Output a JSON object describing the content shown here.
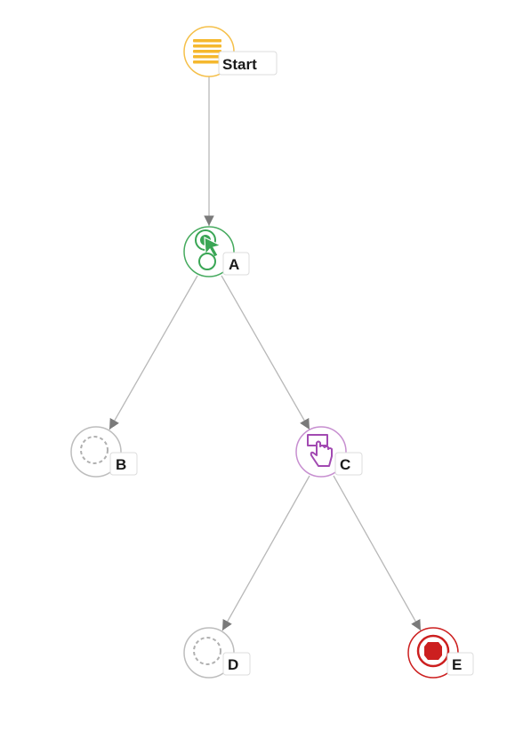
{
  "diagram": {
    "nodes": [
      {
        "id": "start",
        "label": "Start",
        "icon": "list-lines-icon",
        "color": "#f5b82e"
      },
      {
        "id": "a",
        "label": "A",
        "icon": "cursor-click-icon",
        "color": "#3aa655"
      },
      {
        "id": "b",
        "label": "B",
        "icon": "dashed-circle-icon",
        "color": "#b5b5b5"
      },
      {
        "id": "c",
        "label": "C",
        "icon": "tap-hand-icon",
        "color": "#a24ab2"
      },
      {
        "id": "d",
        "label": "D",
        "icon": "dashed-circle-icon",
        "color": "#b5b5b5"
      },
      {
        "id": "e",
        "label": "E",
        "icon": "stop-sign-icon",
        "color": "#cc1f1f"
      }
    ],
    "edges": [
      {
        "from": "start",
        "to": "a"
      },
      {
        "from": "a",
        "to": "b"
      },
      {
        "from": "a",
        "to": "c"
      },
      {
        "from": "c",
        "to": "d"
      },
      {
        "from": "c",
        "to": "e"
      }
    ],
    "edge_color": "#b8b8b8",
    "arrow_color": "#7a7a7a"
  }
}
